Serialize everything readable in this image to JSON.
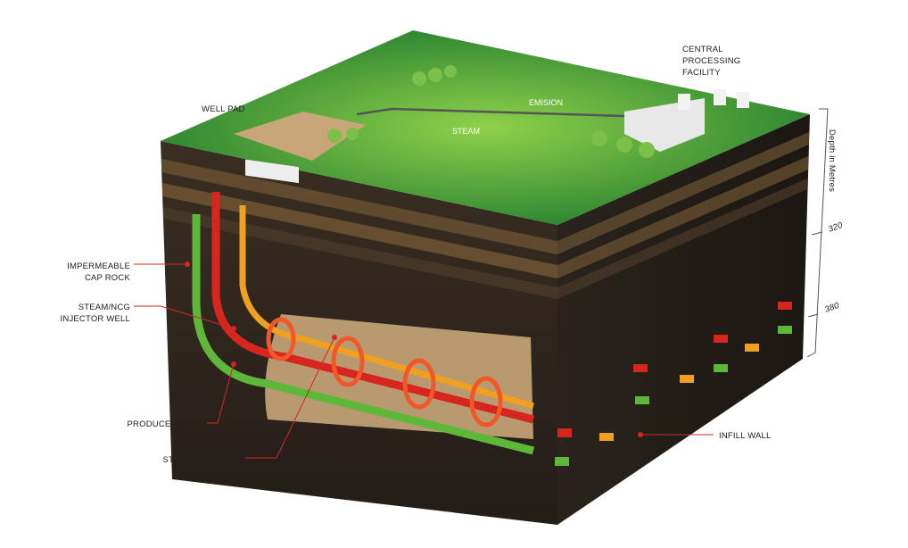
{
  "labels": {
    "well_pad": "WELL PAD",
    "cpf_line1": "CENTRAL",
    "cpf_line2": "PROCESSING",
    "cpf_line3": "FACILITY",
    "emision": "EMISION",
    "steam": "STEAM",
    "cap_rock_line1": "IMPERMEABLE",
    "cap_rock_line2": "CAP ROCK",
    "injector_line1": "STEAM/NCG",
    "injector_line2": "INJECTOR WELL",
    "producer": "PRODUCER WELL",
    "steam_chamber": "STEAM CHAMBER",
    "infill": "INFILL WALL"
  },
  "depth_scale": {
    "title": "Depth in Metres",
    "ticks": [
      "320",
      "380"
    ]
  },
  "colors": {
    "grass": "#3fae3a",
    "soil": "#2e2620",
    "chamber": "#c9a77a",
    "injector": "#d7261e",
    "producer": "#5db83a",
    "infill_orange": "#f0a020",
    "leader": "#d7261e"
  }
}
